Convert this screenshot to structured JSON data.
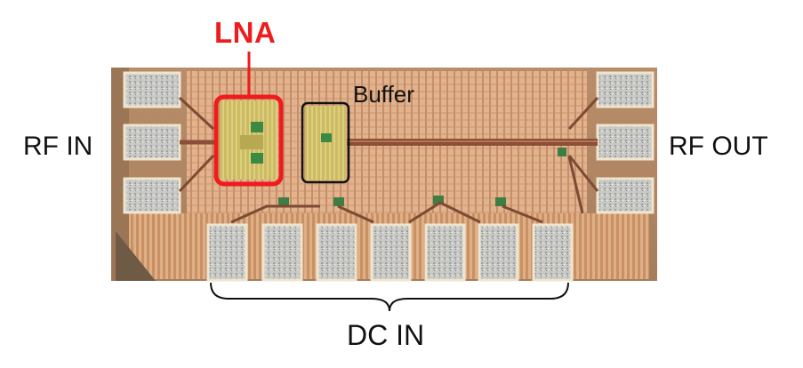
{
  "labels": {
    "lna": "LNA",
    "buffer": "Buffer",
    "rf_in": "RF IN",
    "rf_out": "RF OUT",
    "dc_in": "DC IN"
  },
  "colors": {
    "lna_highlight": "#ee1c1c",
    "buffer_highlight": "#111111",
    "die_background": "#d2a27e",
    "pad_metal": "#c9c9c6",
    "circuit_yellow": "#cbbf5a",
    "transmission_line": "#8a4f36"
  },
  "pads": {
    "left_rf_count": 3,
    "right_rf_count": 3,
    "dc_count": 7
  }
}
